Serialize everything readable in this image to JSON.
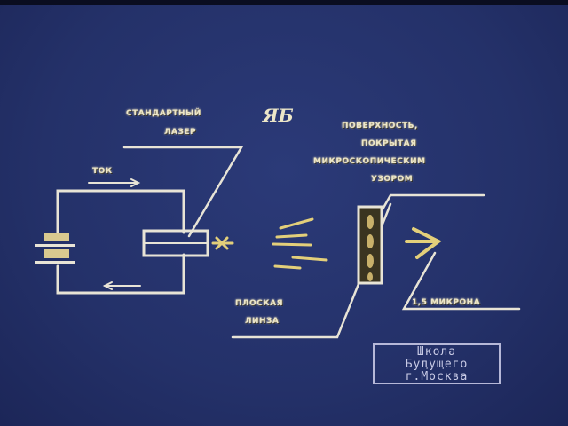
{
  "diagram": {
    "title_mark": "ЯБ",
    "labels": {
      "standard_laser": [
        "СТАНДАРТНЫЙ",
        "ЛАЗЕР"
      ],
      "surface": [
        "ПОВЕРХНОСТЬ,",
        "ПОКРЫТАЯ",
        "МИКРОСКОПИЧЕСКИМ",
        "УЗОРОМ"
      ],
      "current": "ТОК",
      "flat_lens": [
        "ПЛОСКАЯ",
        "ЛИНЗА"
      ],
      "microns": "1,5 МИКРОНА"
    },
    "components": [
      "battery",
      "laser",
      "light-rays",
      "patterned-surface",
      "focused-beam"
    ]
  },
  "watermark": {
    "lines": [
      "Школа",
      "Будущего",
      "г.Москва"
    ]
  },
  "colors": {
    "background": "#243169",
    "line": "#e8e4d6",
    "accent": "#e3cf7a"
  }
}
